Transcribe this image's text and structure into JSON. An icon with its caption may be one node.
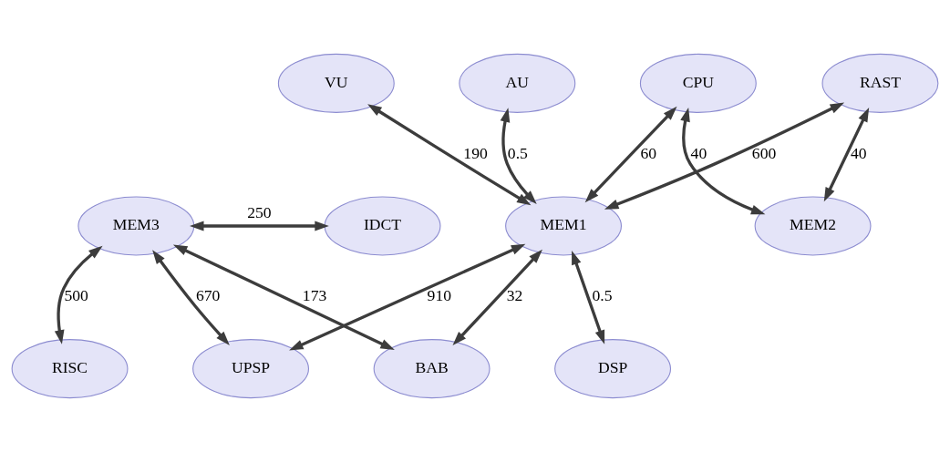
{
  "diagram": {
    "nodes": [
      {
        "text": [
          "VU"
        ]
      },
      {
        "text": [
          "AU"
        ]
      },
      {
        "text": [
          "CPU"
        ]
      },
      {
        "text": [
          "RAST"
        ]
      },
      {
        "text": [
          "MEM1"
        ]
      },
      {
        "text": [
          "MEM2"
        ]
      },
      {
        "text": [
          "MEM3"
        ]
      },
      {
        "text": [
          "IDCT"
        ]
      },
      {
        "text": [
          "DSP"
        ]
      },
      {
        "text": [
          "UPSP"
        ]
      },
      {
        "text": [
          "BAB"
        ]
      },
      {
        "text": [
          "RISC"
        ]
      }
    ],
    "edges": [
      {
        "from": 0,
        "to": 4,
        "arrow": "both",
        "label": "190"
      },
      {
        "from": 4,
        "to": 1,
        "arrow": "both",
        "label": "0.5"
      },
      {
        "from": 4,
        "to": 2,
        "arrow": "both",
        "label": "60"
      },
      {
        "from": 4,
        "to": 3,
        "arrow": "both",
        "label": "600"
      },
      {
        "from": 5,
        "to": 2,
        "arrow": "both",
        "label": "40"
      },
      {
        "from": 5,
        "to": 3,
        "arrow": "both",
        "label": "40"
      },
      {
        "from": 6,
        "to": 7,
        "arrow": "both",
        "label": "250"
      },
      {
        "from": 4,
        "to": 8,
        "arrow": "both",
        "label": "0.5"
      },
      {
        "from": 4,
        "to": 9,
        "arrow": "both",
        "label": "910"
      },
      {
        "from": 4,
        "to": 10,
        "arrow": "both",
        "label": "32"
      },
      {
        "from": 9,
        "to": 6,
        "arrow": "both",
        "label": "670"
      },
      {
        "from": 6,
        "to": 10,
        "arrow": "both",
        "label": "173"
      },
      {
        "from": 6,
        "to": 11,
        "arrow": "both",
        "label": "500"
      }
    ]
  }
}
